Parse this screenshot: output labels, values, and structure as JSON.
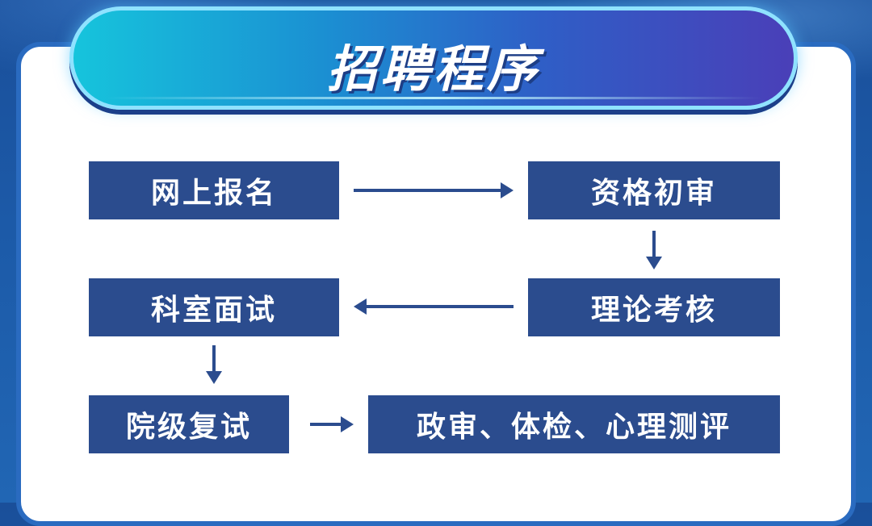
{
  "title": "招聘程序",
  "steps": {
    "online_registration": "网上报名",
    "qualification_review": "资格初审",
    "theory_exam": "理论考核",
    "department_interview": "科室面试",
    "hospital_reinterview": "院级复试",
    "final_checks": "政审、体检、心理测评"
  },
  "colors": {
    "box_fill": "#2b4c8e",
    "arrow": "#2b4c8e",
    "banner_start": "#16c4dc",
    "banner_end": "#4a3fb8",
    "page_bg": "#1c5aa8"
  }
}
